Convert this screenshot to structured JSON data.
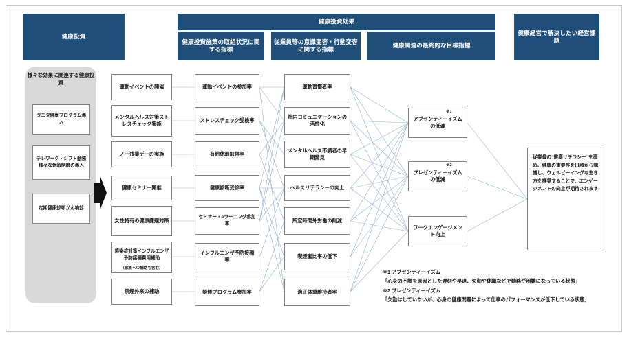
{
  "headers": {
    "investment": "健康投資",
    "effect": "健康投資効果",
    "sub1": "健康投資施策の取組状況に関する指標",
    "sub2": "従業員等の意識変容・行動変容に関する指標",
    "sub3": "健康関連の最終的な目標指標",
    "issue": "健康経営で解決したい経営課題"
  },
  "panel": {
    "title": "様々な効果に関連する健康投資",
    "items": [
      "タニタ健康プログラム導入",
      "テレワーク・シフト勤務様々な休暇制度の導入",
      "定期健康診断がん検診"
    ]
  },
  "col_measures": [
    "運動イベントの開催",
    "メンタルヘルス対策ストレスチェック実施",
    "ノー残業デーの実施",
    "健康セミナー開催",
    "女性特有の健康課題対策",
    "感染症対策インフルエンザ予防接種費用補助",
    "禁煙外来の補助"
  ],
  "col_measures_note": "（家族への補助も含む）",
  "col_kpi": [
    "運動イベントの参加率",
    "ストレスチェック受検率",
    "有給休暇取得率",
    "健康診断受診率",
    "セミナー・eラーニング参加率",
    "インフルエンザ予防接種率",
    "禁煙プログラム参加率"
  ],
  "col_behavior": [
    "運動習慣者率",
    "社内コミュニケーションの活性化",
    "メンタルヘルス不調者の早期発見",
    "ヘルスリテラシーの向上",
    "所定時間外労働の削減",
    "喫煙者比率の低下",
    "適正体重維持者率"
  ],
  "col_goal": [
    {
      "label": "アブセンティーイズムの低減",
      "mark": "※1"
    },
    {
      "label": "プレゼンティーイズムの低減",
      "mark": "※2"
    },
    {
      "label": "ワークエンゲージメント向上",
      "mark": ""
    }
  ],
  "conclusion": "従業員の\"健康リテラシー\"を高め、健康の重要性を日頃から認識し、ウェルビーイングな生き方を推奨することで、エンゲージメントの向上が期待されます",
  "footnotes": [
    "※1 アブセンティーイズム",
    "「心身の不調を原因とした遅刻や早退、欠勤や休職などで勤務が困難になっている状態」",
    "※2 プレゼンティーイズム",
    "「欠勤はしていないが、心身の健康問題によって仕事のパフォーマンスが低下している状態」"
  ],
  "colors": {
    "header_blue": "#1f4e79",
    "panel_grey": "#d9d9d9",
    "link_blue": "#8ea9c1",
    "node_border": "#808080"
  }
}
